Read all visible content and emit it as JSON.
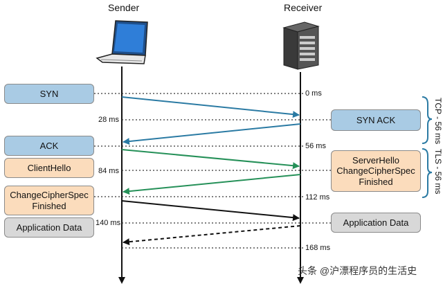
{
  "participants": {
    "sender": "Sender",
    "receiver": "Receiver"
  },
  "sender_messages": {
    "syn": "SYN",
    "ack": "ACK",
    "client_hello": "ClientHello",
    "change_cipher_spec_1": "ChangeCipherSpec",
    "finished_1": "Finished",
    "app_data": "Application Data"
  },
  "receiver_messages": {
    "syn_ack": "SYN ACK",
    "server_hello": "ServerHello",
    "change_cipher_spec_2": "ChangeCipherSpec",
    "finished_2": "Finished",
    "app_data": "Application Data"
  },
  "times": {
    "t0": "0 ms",
    "t28": "28 ms",
    "t56": "56 ms",
    "t84": "84 ms",
    "t112": "112 ms",
    "t140": "140 ms",
    "t168": "168 ms"
  },
  "braces": {
    "tcp": "TCP - 56 ms",
    "tls": "TLS - 56 ms"
  },
  "watermark": "头条 @沪漂程序员的生活史",
  "colors": {
    "tcp_arrow": "#2a7aa3",
    "tls_arrow": "#259058",
    "data_arrow": "#111111",
    "box_blue": "#a9cbe4",
    "box_peach": "#fbdcbc",
    "box_gray": "#d8d8d8",
    "brace": "#2a7aa3"
  }
}
